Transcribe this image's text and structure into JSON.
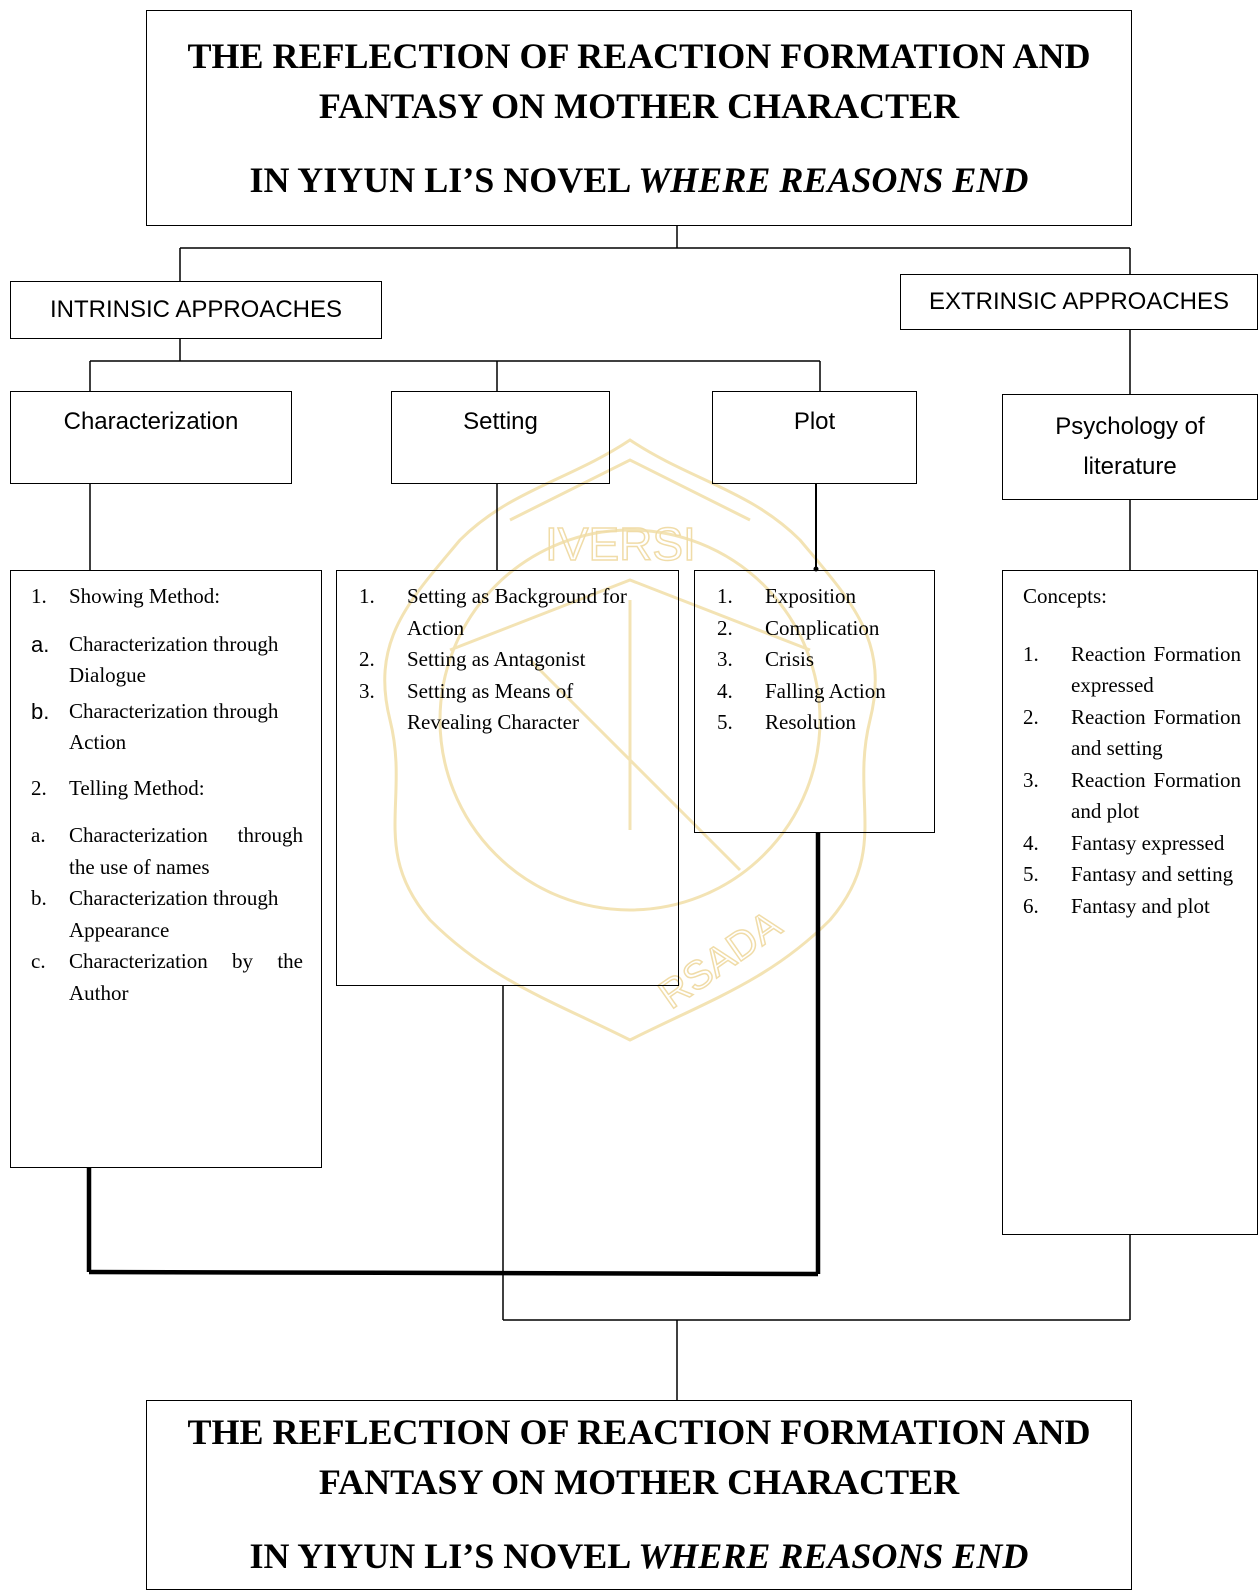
{
  "top_title": {
    "line1": "THE REFLECTION OF REACTION FORMATION AND",
    "line2": "FANTASY ON MOTHER CHARACTER",
    "line3_prefix": "IN YIYUN LI’S NOVEL ",
    "line3_italic": "WHERE REASONS END"
  },
  "bottom_title": {
    "line1": "THE REFLECTION OF REACTION FORMATION AND",
    "line2": "FANTASY ON MOTHER CHARACTER",
    "line3_prefix": "IN YIYUN LI’S NOVEL ",
    "line3_italic": "WHERE REASONS END"
  },
  "intrinsic": {
    "label": "INTRINSIC APPROACHES"
  },
  "extrinsic": {
    "label": "EXTRINSIC APPROACHES"
  },
  "characterization": {
    "label": "Characterization",
    "items": [
      {
        "num": "1.",
        "text": "Showing Method:"
      },
      {
        "num": "a.",
        "text": "Characterization through Dialogue"
      },
      {
        "num": "b.",
        "text": "Characterization through Action"
      },
      {
        "num": "2.",
        "text": "Telling Method:"
      },
      {
        "num": "a.",
        "text": "Characterization through the use of names"
      },
      {
        "num": "b.",
        "text": "Characterization through Appearance"
      },
      {
        "num": "c.",
        "text": "Characterization by the Author"
      }
    ]
  },
  "setting": {
    "label": "Setting",
    "items": [
      {
        "num": "1.",
        "text": "Setting as Background for Action"
      },
      {
        "num": "2.",
        "text": "Setting as Antagonist"
      },
      {
        "num": "3.",
        "text": "Setting as Means of Revealing Character"
      }
    ]
  },
  "plot": {
    "label": "Plot",
    "items": [
      {
        "num": "1.",
        "text": "Exposition"
      },
      {
        "num": "2.",
        "text": "Complication"
      },
      {
        "num": "3.",
        "text": "Crisis"
      },
      {
        "num": "4.",
        "text": "Falling Action"
      },
      {
        "num": "5.",
        "text": "Resolution"
      }
    ]
  },
  "psychology": {
    "line1": "Psychology of",
    "line2": "literature",
    "heading": "Concepts:",
    "items": [
      {
        "num": "1.",
        "text": "Reaction Formation expressed"
      },
      {
        "num": "2.",
        "text": "Reaction Formation and setting"
      },
      {
        "num": "3.",
        "text": "Reaction Formation and plot"
      },
      {
        "num": "4.",
        "text": "Fantasy expressed"
      },
      {
        "num": "5.",
        "text": "Fantasy and setting"
      },
      {
        "num": "6.",
        "text": "Fantasy and plot"
      }
    ]
  },
  "watermark": {
    "text_top": "IVERSITAS",
    "text_bottom": "DHARMA PERSADA"
  },
  "colors": {
    "line": "#000000",
    "watermark": "#f5e6b8"
  }
}
